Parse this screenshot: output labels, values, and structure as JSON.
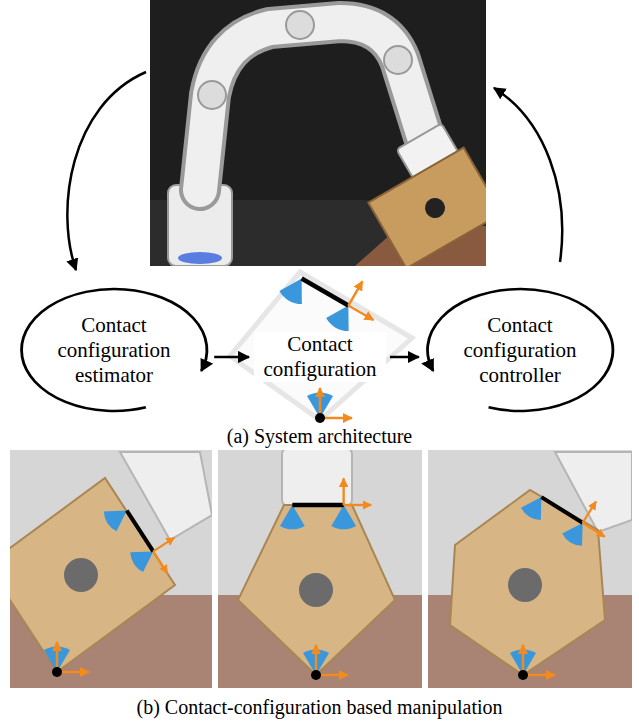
{
  "diagram": {
    "nodes": [
      {
        "text": [
          "Contact configuration estimator"
        ]
      },
      {
        "text": [
          "Contact configuration"
        ]
      },
      {
        "text": [
          "Contact configuration controller"
        ]
      }
    ],
    "edges": [
      {
        "from": 0,
        "to": 1,
        "arrow": "to"
      },
      {
        "from": 1,
        "to": 2,
        "arrow": "to"
      }
    ],
    "labels": [
      "(a) System architecture",
      "(b) Contact-configuration based manipulation"
    ]
  }
}
